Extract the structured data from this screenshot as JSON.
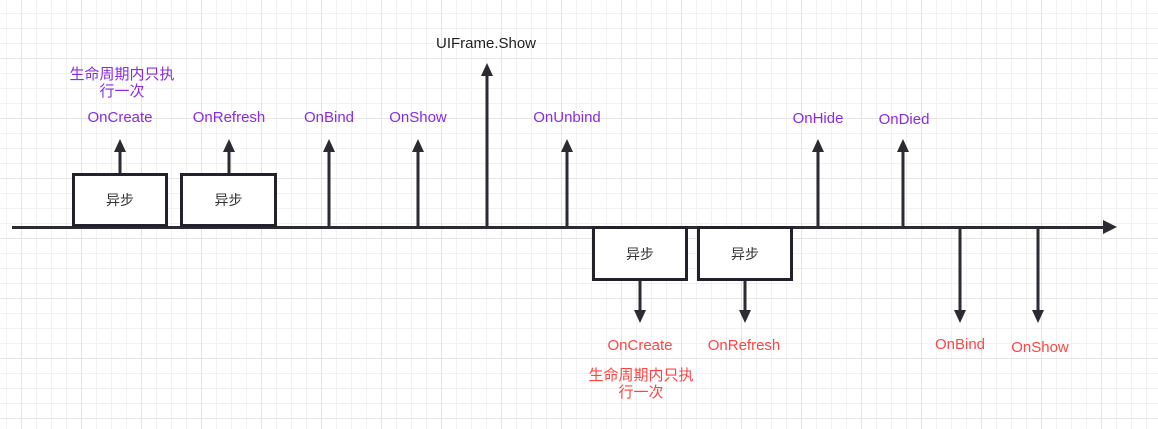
{
  "colors": {
    "ink": "#2a2b33",
    "purple": "#8a2be2",
    "red": "#ff4444",
    "box-text": "#333333",
    "title-text": "#1f1f1f"
  },
  "diagram": {
    "title": "UIFrame.Show",
    "async_box_label": "异步",
    "top_note": "生命周期内只执\n行一次",
    "bottom_note": "生命周期内只执\n行一次",
    "top_events": [
      "OnCreate",
      "OnRefresh",
      "OnBind",
      "OnShow",
      "OnUnbind",
      "OnHide",
      "OnDied"
    ],
    "bottom_events": [
      "OnCreate",
      "OnRefresh",
      "OnBind",
      "OnShow"
    ]
  }
}
